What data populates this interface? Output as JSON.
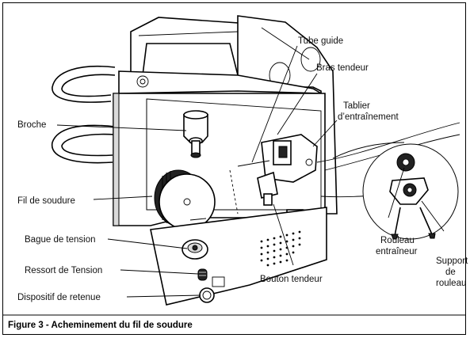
{
  "labels": {
    "tube_guide": "Tube guide",
    "bras_tendeur": "Bras tendeur",
    "tablier_1": "Tablier",
    "tablier_2": "d’entraînement",
    "broche": "Broche",
    "fil_de_soudure": "Fil de soudure",
    "bague_de_tension": "Bague de tension",
    "ressort_de_tension": "Ressort de Tension",
    "dispositif_de_retenue": "Dispositif de retenue",
    "bouton_tendeur": "Bouton tendeur",
    "rouleau_1": "Rouleau",
    "rouleau_2": "entraîneur",
    "support_1": "Support",
    "support_2": "de",
    "support_3": "rouleau"
  },
  "caption": "Figure 3 - Acheminement du fil de soudure"
}
